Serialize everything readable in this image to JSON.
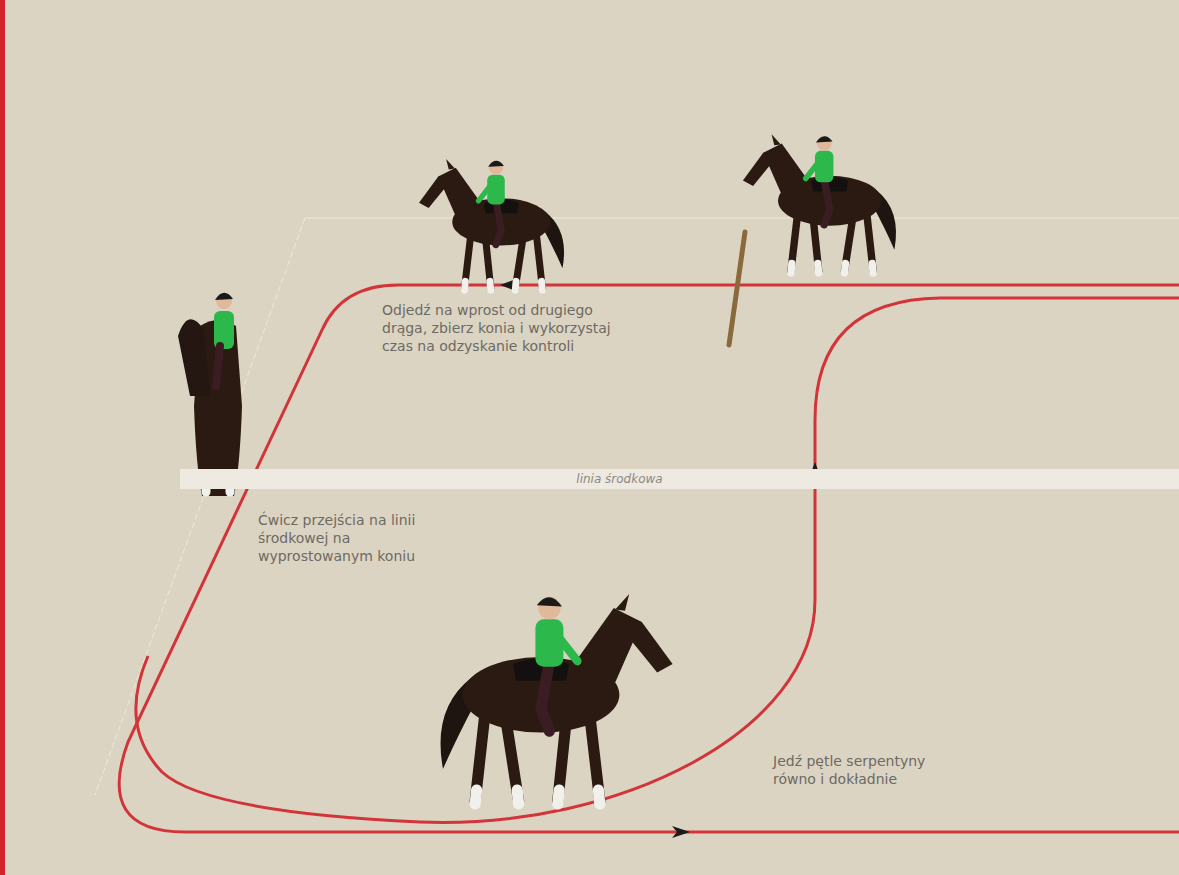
{
  "diagram": {
    "nodes": [
      {
        "text": [
          "linia środkowa"
        ]
      }
    ],
    "labels": [
      "Odjedź na wprost od drugiego drąga, zbierz konia i wykorzystaj czas na odzyskanie kontroli",
      "Ćwicz przejścia na linii środkowej na wyprostowanym koniu",
      "Jedź pętle serpentyny równo i dokładnie"
    ]
  }
}
